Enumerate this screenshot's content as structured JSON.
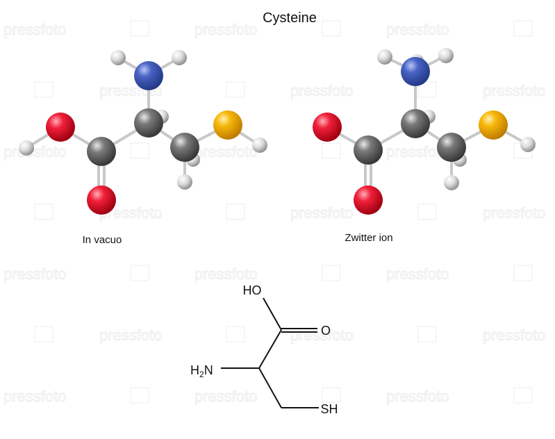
{
  "title": "Cysteine",
  "models": [
    {
      "caption": "In vacuo"
    },
    {
      "caption": "Zwitter ion"
    }
  ],
  "skeletal_formula": {
    "labels": {
      "hydroxyl": "HO",
      "carbonyl_o": "O",
      "amine_h": "H",
      "amine_sub": "2",
      "amine_n": "N",
      "thiol": "SH"
    }
  },
  "watermark": "pressfoto",
  "colors": {
    "oxygen": "#e8192c",
    "nitrogen": "#3b56b8",
    "carbon": "#6a6a6a",
    "sulfur": "#f4b400",
    "hydrogen": "#e4e4e4"
  }
}
